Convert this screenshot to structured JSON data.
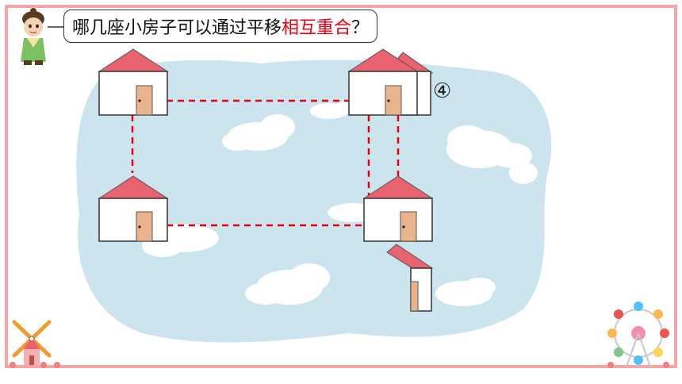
{
  "question": {
    "prefix": "哪几座小房子可以通过平移",
    "highlight": "相互重合",
    "suffix": "？"
  },
  "house_label": "④",
  "colors": {
    "border": "#f5a7a7",
    "roof": "#e8636e",
    "door": "#e9b38c",
    "island": "#cbe4ee",
    "dash": "#e60012"
  }
}
